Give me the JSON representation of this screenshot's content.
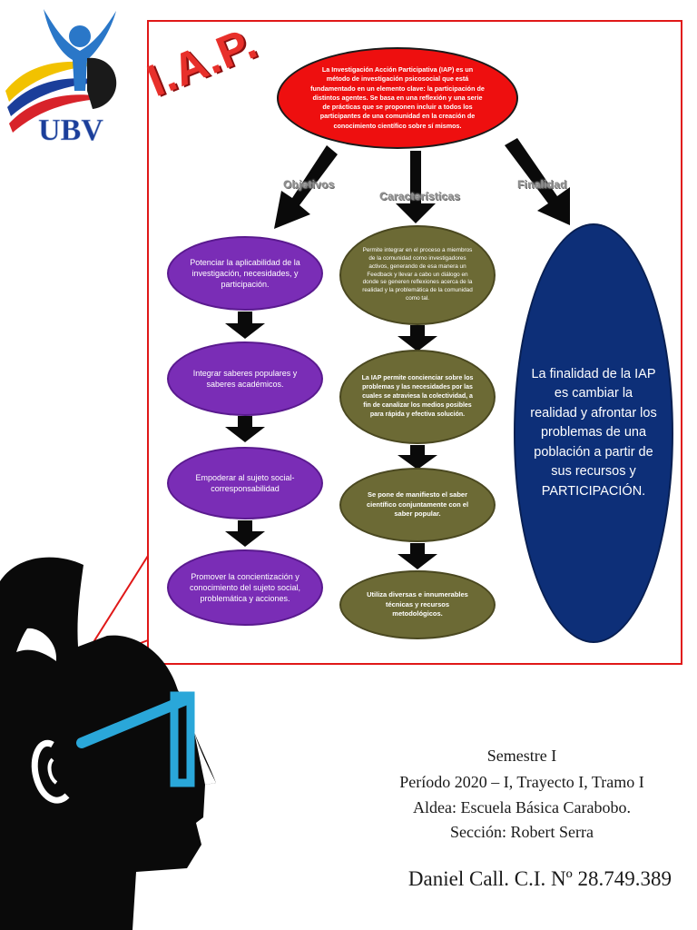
{
  "logo": {
    "text": "UBV"
  },
  "title": "I.A.P.",
  "central": {
    "text": "La Investigación Acción Participativa (IAP) es un método de investigación psicosocial que está fundamentado en un elemento clave: la participación de distintos agentes. Se basa en una reflexión y una serie de prácticas que se proponen incluir a todos los participantes de una comunidad en la creación de conocimiento científico sobre sí mismos."
  },
  "labels": {
    "objetivos": "Objetivos",
    "caracteristicas": "Características",
    "finalidad": "Finalidad"
  },
  "objetivos": [
    "Potenciar la aplicabilidad de la investigación, necesidades, y participación.",
    "Integrar saberes populares y saberes académicos.",
    "Empoderar al sujeto social-corresponsabilidad",
    "Promover la concientización y conocimiento del sujeto social, problemática y acciones."
  ],
  "caracteristicas": [
    "Permite integrar en el proceso a miembros de la comunidad como investigadores activos, generando de esa manera un Feedback y llevar a cabo un diálogo en donde se generen reflexiones acerca de la realidad y la problemática de la comunidad como tal.",
    "La IAP permite concienciar sobre los problemas y las necesidades por las cuales se atraviesa la colectividad, a fin de canalizar los medios posibles para rápida y efectiva solución.",
    "Se pone de manifiesto el saber científico conjuntamente con el saber popular.",
    "Utiliza diversas e innumerables técnicas y recursos metodológicos."
  ],
  "finalidad": "La finalidad de la IAP es cambiar la realidad y afrontar los problemas de una población a partir de sus recursos y PARTICIPACIÓN.",
  "info": {
    "line1": "Semestre I",
    "line2": "Período 2020 – I, Trayecto I, Tramo I",
    "line3": "Aldea: Escuela Básica Carabobo.",
    "line4": "Sección: Robert Serra",
    "author": "Daniel Call. C.I. Nº 28.749.389"
  },
  "colors": {
    "frame": "#e01818",
    "central": "#ee0f0f",
    "objetivos": "#7a2db6",
    "caracteristicas": "#6c6a35",
    "finalidad": "#0d2f78",
    "glasses": "#2aa7d9"
  }
}
